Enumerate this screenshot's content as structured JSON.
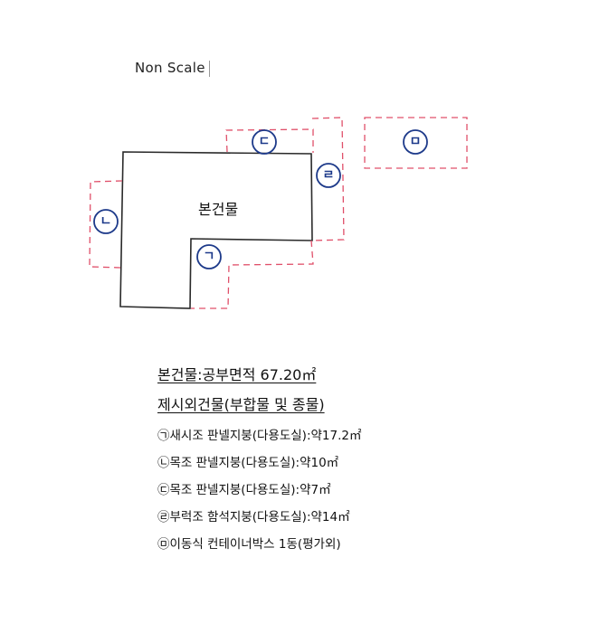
{
  "scale_note": "Non Scale",
  "main_building_label": "본건물",
  "markers": {
    "a": "ㄱ",
    "b": "ㄴ",
    "c": "ㄷ",
    "d": "ㄹ",
    "e": "ㅁ"
  },
  "legend": {
    "main_area": "본건물:공부면적 67.20㎡",
    "extra_header": "제시외건물(부합물 및 종물)",
    "items": [
      "㉠새시조 판넬지붕(다용도실):약17.2㎡",
      "㉡목조 판넬지붕(다용도실):약10㎡",
      "㉢목조 판넬지붕(다용도실):약7㎡",
      "㉣부럭조 함석지붕(다용도실):약14㎡",
      "㉤이동식 컨테이너박스 1동(평가외)"
    ]
  },
  "colors": {
    "outline": "#2a2a2a",
    "dashed": "#e0506a",
    "marker": "#1d3a8a"
  }
}
